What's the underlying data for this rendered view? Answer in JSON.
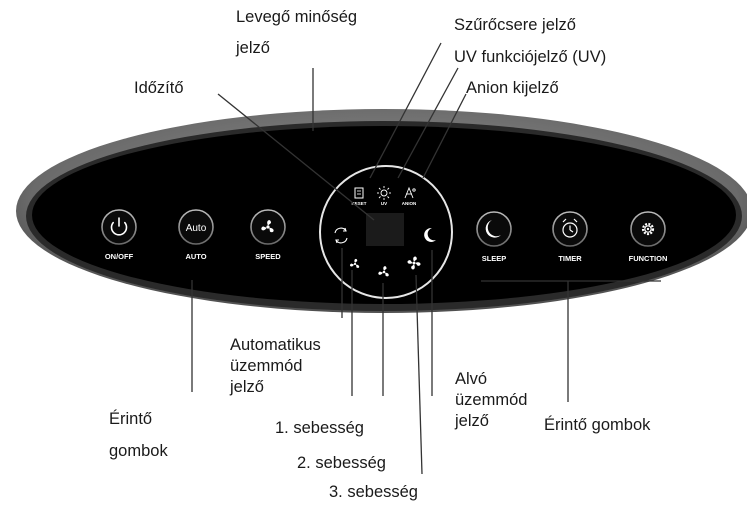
{
  "labels": {
    "air_quality_line1": "Levegő minőség",
    "air_quality_line2": "jelző",
    "filter_reset": "Szűrőcsere jelző",
    "uv": "UV funkciójelző (UV)",
    "anion": "Anion kijelző",
    "timer": "Időzítő",
    "auto_mode_line1": "Automatikus",
    "auto_mode_line2": "üzemmód",
    "auto_mode_line3": "jelző",
    "touch_left_line1": "Érintő",
    "touch_left_line2": "gombok",
    "speed1": "1. sebesség",
    "speed2": "2. sebesség",
    "speed3": "3. sebesség",
    "sleep_line1": "Alvó",
    "sleep_line2": "üzemmód",
    "sleep_line3": "jelző",
    "touch_right": "Érintő gombok"
  },
  "panel": {
    "buttons": {
      "onoff": "ON/OFF",
      "auto": "AUTO",
      "auto_icon_text": "Auto",
      "speed": "SPEED",
      "sleep": "SLEEP",
      "timer": "TIMER",
      "function": "FUNCTION"
    },
    "indicators": {
      "reset": "RESET",
      "uv": "UV",
      "anion": "ANION"
    }
  },
  "colors": {
    "panel_body": "#000000",
    "panel_rim": "#5a5a5a",
    "button_ring": "#8a8a8a",
    "leader_line": "#333333"
  }
}
